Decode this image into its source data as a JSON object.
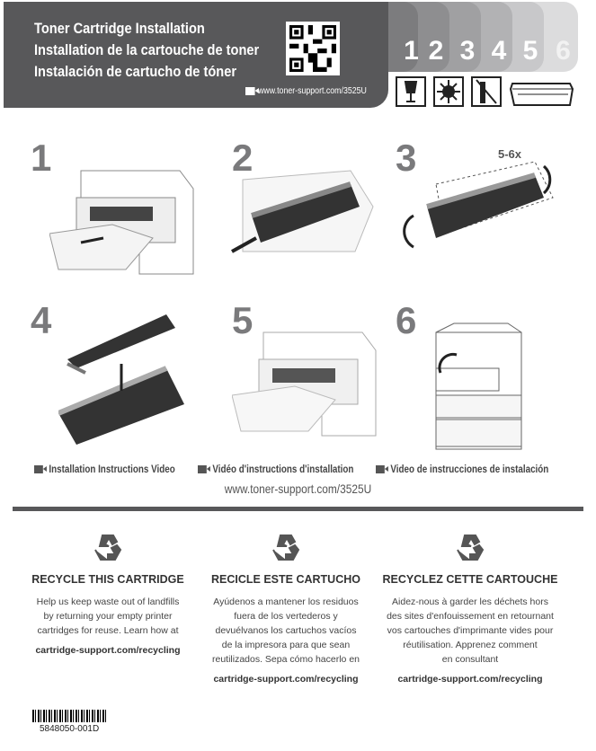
{
  "header": {
    "titles": [
      "Toner Cartridge Installation",
      "Installation de la cartouche de toner",
      "Instalación de cartucho de tóner"
    ],
    "url": "www.toner-support.com/3525U"
  },
  "tabs": [
    "1",
    "2",
    "3",
    "4",
    "5",
    "6"
  ],
  "icons": [
    "fragile-icon",
    "no-light-icon",
    "no-touch-icon",
    "cartridge-icon"
  ],
  "steps": [
    {
      "num": "1"
    },
    {
      "num": "2"
    },
    {
      "num": "3",
      "note": "5-6x"
    },
    {
      "num": "4"
    },
    {
      "num": "5"
    },
    {
      "num": "6"
    }
  ],
  "video": {
    "labels": [
      "Installation Instructions Video",
      "Vidéo d'instructions d'installation",
      "Video de instrucciones de instalación"
    ],
    "url": "www.toner-support.com/3525U"
  },
  "recycle": [
    {
      "title": "RECYCLE THIS CARTRIDGE",
      "lines": [
        "Help us keep waste out of landfills",
        "by returning your empty printer",
        "cartridges for reuse. Learn how at"
      ],
      "link": "cartridge-support.com/recycling"
    },
    {
      "title": "RECICLE ESTE CARTUCHO",
      "lines": [
        "Ayúdenos a mantener los residuos",
        "fuera de los vertederos y",
        "devuélvanos los cartuchos vacíos",
        "de la impresora para que sean",
        "reutilizados. Sepa cómo hacerlo en"
      ],
      "link": "cartridge-support.com/recycling"
    },
    {
      "title": "RECYCLEZ CETTE CARTOUCHE",
      "lines": [
        "Aidez-nous à garder les déchets hors",
        "des sites d'enfouissement en retournant",
        "vos cartouches d'imprimante vides pour",
        "réutilisation. Apprenez comment",
        "en consultant"
      ],
      "link": "cartridge-support.com/recycling"
    }
  ],
  "footer": {
    "code": "5848050-001D"
  },
  "colors": {
    "header": "#58585a"
  }
}
